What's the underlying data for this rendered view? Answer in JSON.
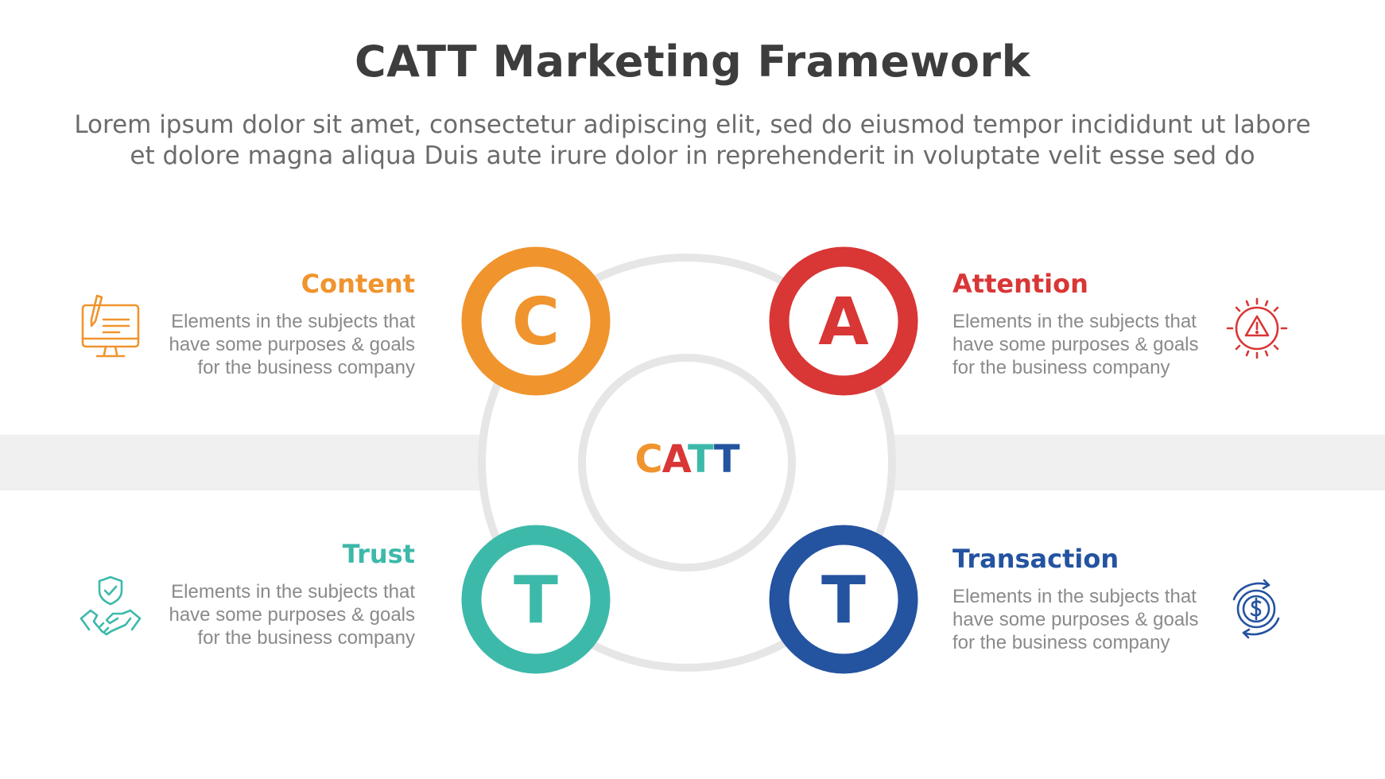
{
  "title": "CATT Marketing Framework",
  "subtitle_lines": [
    "Lorem ipsum dolor sit amet, consectetur adipiscing elit, sed do eiusmod tempor incididunt ut labore",
    "et dolore magna aliqua Duis aute irure dolor in reprehenderit in voluptate velit esse sed do"
  ],
  "center": {
    "letters": [
      {
        "char": "C",
        "color": "#F0942E"
      },
      {
        "char": "A",
        "color": "#D93636"
      },
      {
        "char": "T",
        "color": "#3DB9AA"
      },
      {
        "char": "T",
        "color": "#2453A0"
      }
    ]
  },
  "items": [
    {
      "letter": "C",
      "title": "Content",
      "color": "#F0942E",
      "icon": "computer-pen-icon",
      "description": "Elements in the subjects that\nhave  some purposes & goals\nfor the  business company"
    },
    {
      "letter": "A",
      "title": "Attention",
      "color": "#D93636",
      "icon": "warning-alert-icon",
      "description": "Elements in the subjects that\nhave  some purposes & goals\nfor the  business company"
    },
    {
      "letter": "T",
      "title": "Trust",
      "color": "#3DB9AA",
      "icon": "handshake-shield-icon",
      "description": "Elements in the subjects that\nhave  some purposes & goals\nfor the  business company"
    },
    {
      "letter": "T",
      "title": "Transaction",
      "color": "#2453A0",
      "icon": "dollar-cycle-icon",
      "description": "Elements in the subjects that\nhave  some purposes & goals\nfor the  business company"
    }
  ],
  "colors": {
    "ring": "#E6E6E6",
    "band": "#F0F0F0",
    "title": "#3D3D3D",
    "text": "#8A8A8A"
  }
}
